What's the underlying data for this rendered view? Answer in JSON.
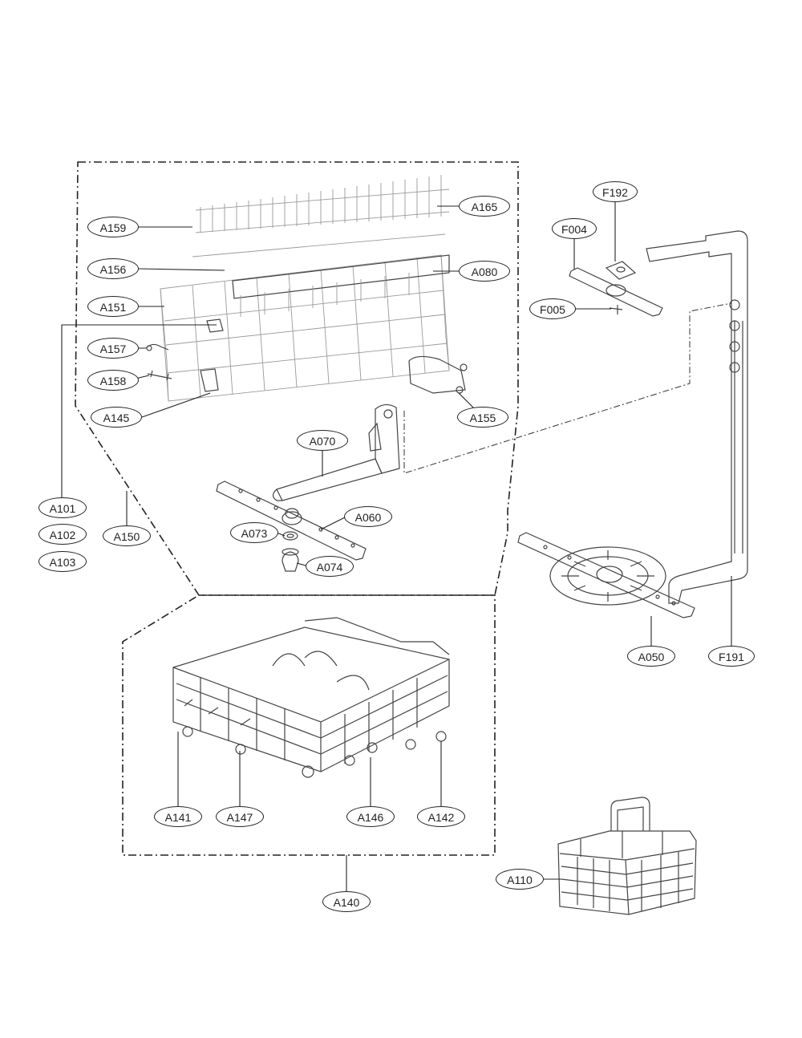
{
  "labels": {
    "A159": "A159",
    "A165": "A165",
    "A156": "A156",
    "A080": "A080",
    "A151": "A151",
    "A157": "A157",
    "A158": "A158",
    "A145": "A145",
    "A155": "A155",
    "A070": "A070",
    "A101": "A101",
    "A102": "A102",
    "A103": "A103",
    "A150": "A150",
    "A060": "A060",
    "A073": "A073",
    "A074": "A074",
    "F192": "F192",
    "F004": "F004",
    "F005": "F005",
    "A050": "A050",
    "F191": "F191",
    "A141": "A141",
    "A147": "A147",
    "A146": "A146",
    "A142": "A142",
    "A140": "A140",
    "A110": "A110"
  }
}
